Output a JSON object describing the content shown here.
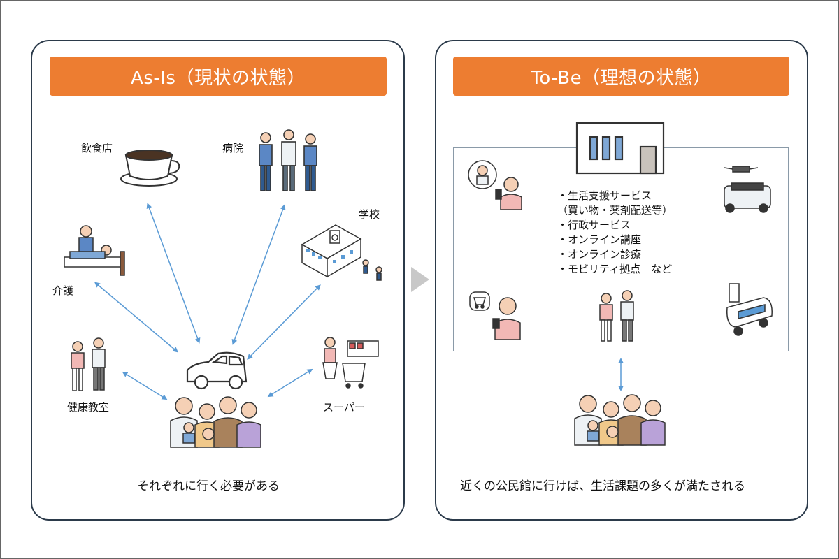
{
  "left_panel": {
    "title": "As-Is（現状の状態）",
    "labels": {
      "restaurant": "飲食店",
      "hospital": "病院",
      "school": "学校",
      "care": "介護",
      "health_class": "健康教室",
      "supermarket": "スーパー"
    },
    "caption": "それぞれに行く必要がある"
  },
  "right_panel": {
    "title": "To-Be（理想の状態）",
    "services": [
      "・生活支援サービス",
      "（買い物・薬剤配送等）",
      "・行政サービス",
      "・オンライン講座",
      "・オンライン診療",
      "・モビリティ拠点　など"
    ],
    "caption": "近くの公民館に行けば、生活課題の多くが満たされる"
  },
  "colors": {
    "accent": "#ed7d31",
    "arrow": "#5b9bd5",
    "border": "#2b3a4a"
  }
}
